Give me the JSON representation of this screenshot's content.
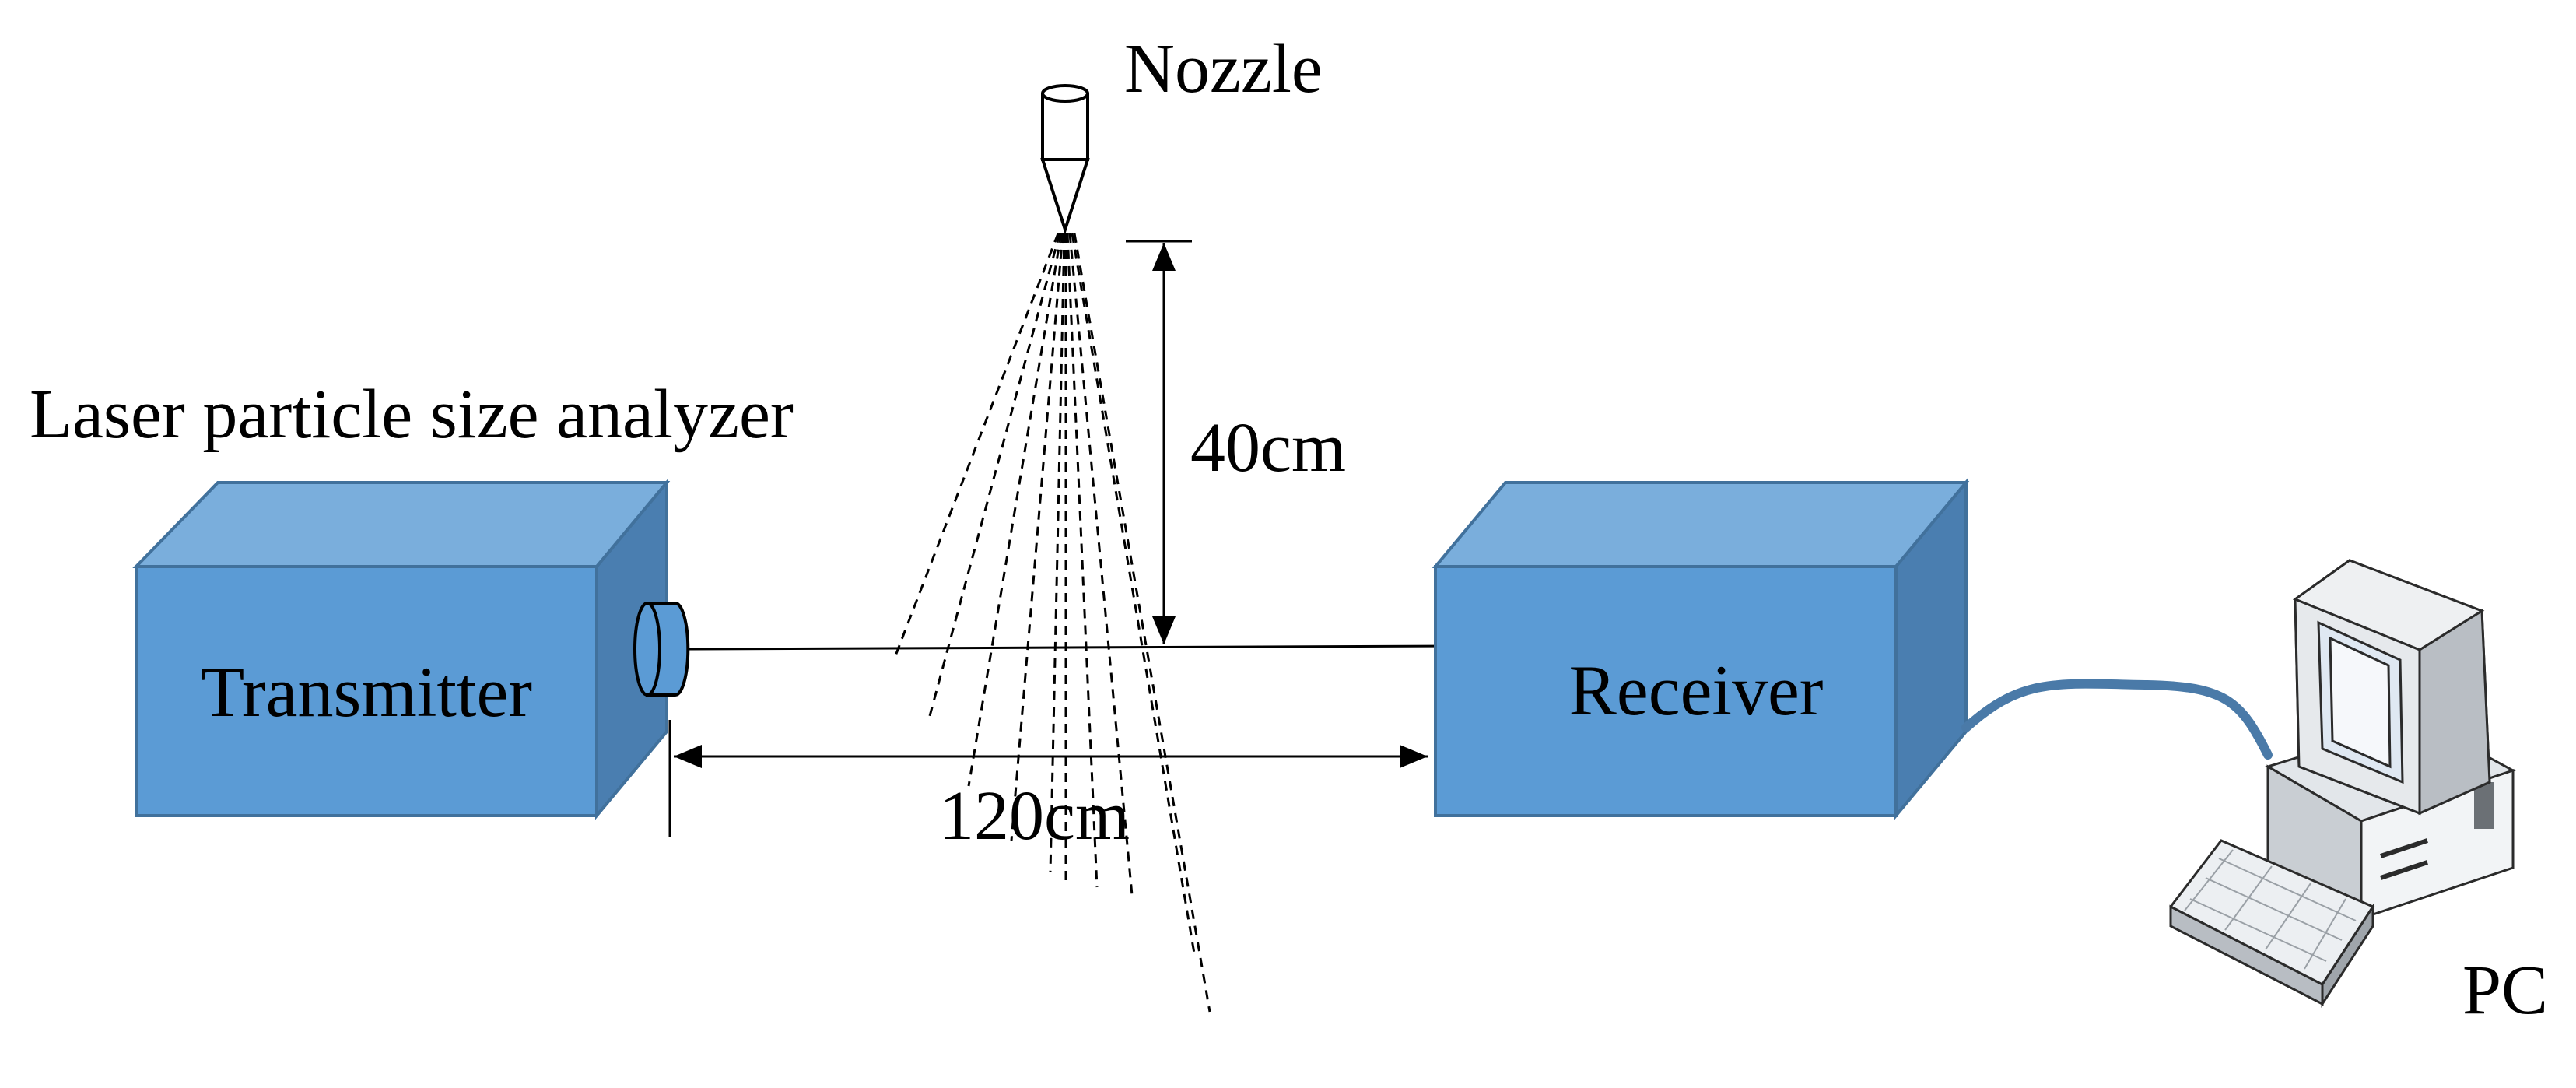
{
  "labels": {
    "nozzle": "Nozzle",
    "analyzer": "Laser particle size analyzer",
    "transmitter": "Transmitter",
    "receiver": "Receiver",
    "pc": "PC",
    "height": "40cm",
    "distance": "120cm"
  },
  "colors": {
    "box_front": "#5b9bd5",
    "box_top": "#7aaedc",
    "box_side": "#4a7eb0",
    "box_edge": "#41719c",
    "cable": "#4a7aa8",
    "line": "#000000"
  },
  "icons": {
    "nozzle": "spray-nozzle-icon",
    "lens": "lens-icon",
    "pc": "desktop-computer-icon"
  }
}
